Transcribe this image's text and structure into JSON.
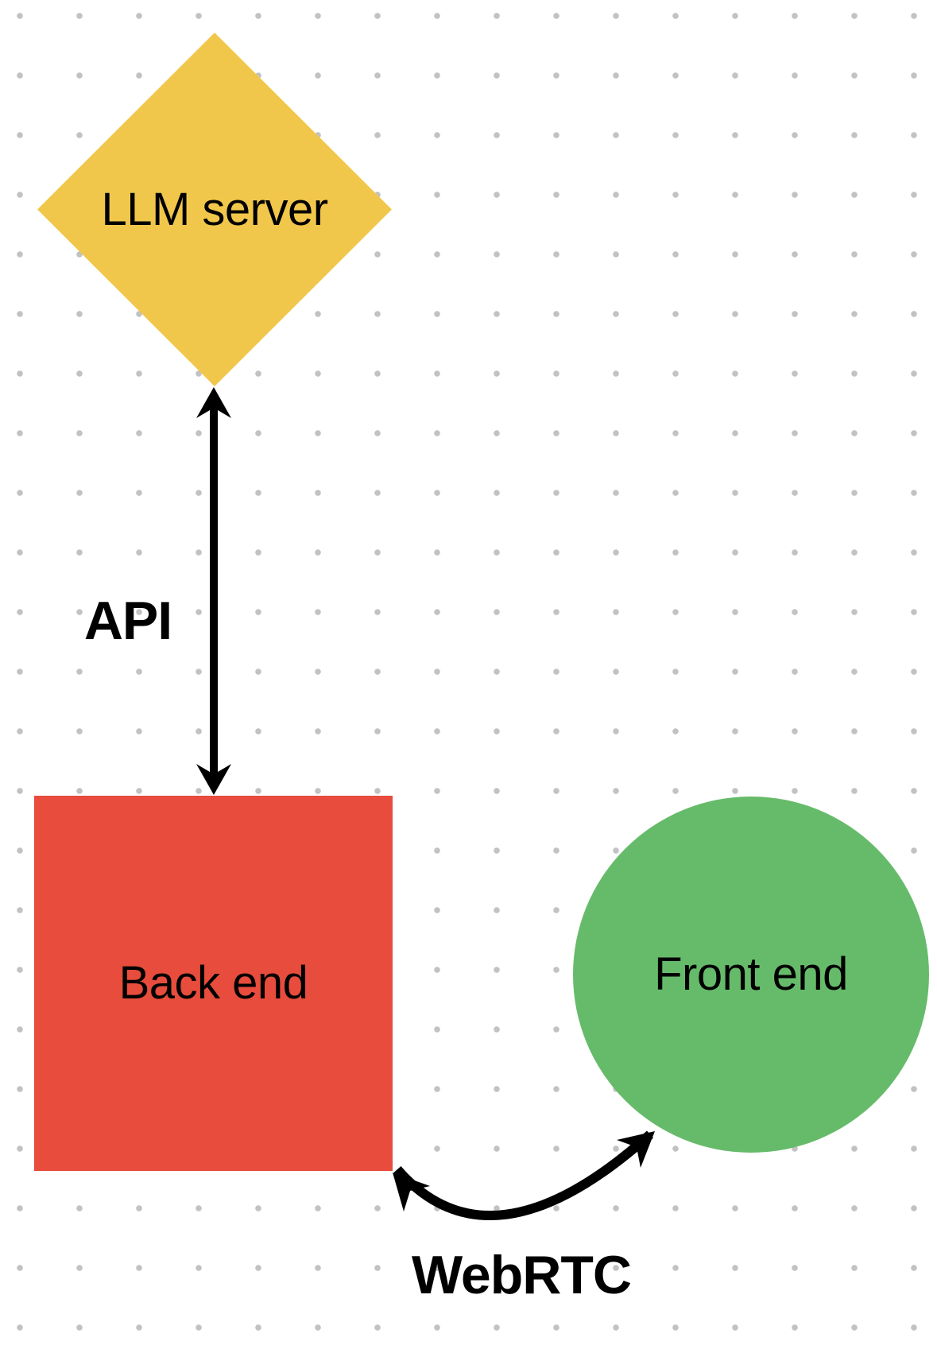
{
  "canvas": {
    "background": "#ffffff",
    "dot_color": "#c2c2c2",
    "grid": "dot-grid 75px"
  },
  "nodes": {
    "llm_server": {
      "label": "LLM server",
      "shape": "diamond",
      "color": "#f1c74b",
      "text_color": "#000000"
    },
    "back_end": {
      "label": "Back end",
      "shape": "square",
      "color": "#e74c3c",
      "text_color": "#000000"
    },
    "front_end": {
      "label": "Front end",
      "shape": "circle",
      "color": "#66bb6a",
      "text_color": "#000000"
    }
  },
  "edges": {
    "api": {
      "label": "API",
      "from": "LLM server",
      "to": "Back end",
      "arrow": "double-headed straight",
      "color": "#000000"
    },
    "webrtc": {
      "label": "WebRTC",
      "from": "Back end",
      "to": "Front end",
      "arrow": "double-headed curved",
      "color": "#000000"
    }
  }
}
